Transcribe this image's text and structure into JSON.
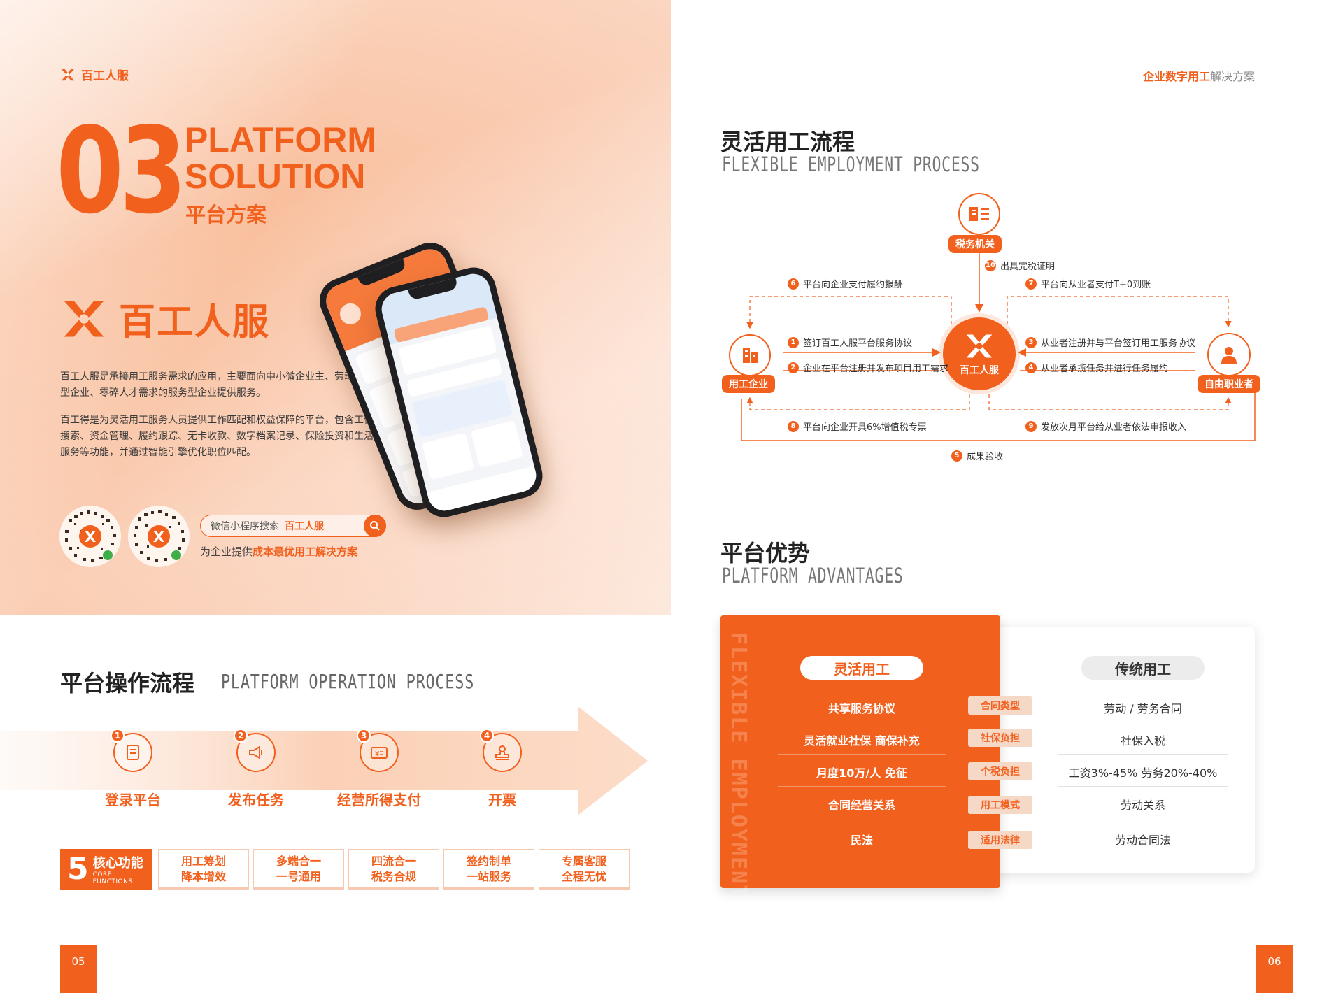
{
  "left": {
    "brand_name": "百工人服",
    "section_number": "03",
    "title_en_line1": "PLATFORM",
    "title_en_line2": "SOLUTION",
    "title_cn": "平台方案",
    "brand_large": "百工人服",
    "desc1": "百工人服是承接用工服务需求的应用，主要面向中小微企业主、劳动密集型企业、零碎人才需求的服务型企业提供服务。",
    "desc2": "百工得是为灵活用工服务人员提供工作匹配和权益保障的平台，包含工作搜索、资金管理、履约跟踪、无卡收款、数字档案记录、保险投资和生活服务等功能，并通过智能引擎优化职位匹配。",
    "search_prefix": "微信小程序搜索",
    "search_keyword": "百工人服",
    "tagline_prefix": "为企业提供",
    "tagline_highlight": "成本最优用工解决方案",
    "operation_title": "平台操作流程",
    "operation_title_en": "PLATFORM OPERATION PROCESS",
    "steps": [
      {
        "num": "1",
        "label": "登录平台"
      },
      {
        "num": "2",
        "label": "发布任务"
      },
      {
        "num": "3",
        "label": "经营所得支付"
      },
      {
        "num": "4",
        "label": "开票"
      }
    ],
    "core_number": "5",
    "core_cn": "核心功能",
    "core_en": "CORE FUNCTIONS",
    "functions": [
      {
        "line1": "用工筹划",
        "line2": "降本增效"
      },
      {
        "line1": "多端合一",
        "line2": "一号通用"
      },
      {
        "line1": "四流合一",
        "line2": "税务合规"
      },
      {
        "line1": "签约制单",
        "line2": "一站服务"
      },
      {
        "line1": "专属客服",
        "line2": "全程无忧"
      }
    ],
    "page_number": "05"
  },
  "right": {
    "header_highlight": "企业数字用工",
    "header_rest": "解决方案",
    "flow_title": "灵活用工流程",
    "flow_title_en": "FLEXIBLE EMPLOYMENT PROCESS",
    "nodes": {
      "tax": "税务机关",
      "enterprise": "用工企业",
      "center": "百工人服",
      "freelancer": "自由职业者"
    },
    "flow_steps": {
      "s1": {
        "num": "1",
        "text": "签订百工人服平台服务协议"
      },
      "s2": {
        "num": "2",
        "text": "企业在平台注册并发布项目用工需求"
      },
      "s3": {
        "num": "3",
        "text": "从业者注册并与平台签订用工服务协议"
      },
      "s4": {
        "num": "4",
        "text": "从业者承揽任务并进行任务履约"
      },
      "s5": {
        "num": "5",
        "text": "成果验收"
      },
      "s6": {
        "num": "6",
        "text": "平台向企业支付履约报酬"
      },
      "s7": {
        "num": "7",
        "text": "平台向从业者支付T+0到账"
      },
      "s8": {
        "num": "8",
        "text": "平台向企业开具6%增值税专票"
      },
      "s9": {
        "num": "9",
        "text": "发放次月平台给从业者依法申报收入"
      },
      "s10": {
        "num": "10",
        "text": "出具完税证明"
      }
    },
    "adv_title": "平台优势",
    "adv_title_en": "PLATFORM ADVANTAGES",
    "adv_vertical_en": "FLEXIBLE EMPLOYMENT",
    "flex_label": "灵活用工",
    "trad_label": "传统用工",
    "rows": [
      {
        "category": "合同类型",
        "flexible": "共享服务协议",
        "traditional": "劳动 / 劳务合同"
      },
      {
        "category": "社保负担",
        "flexible": "灵活就业社保  商保补充",
        "traditional": "社保入税"
      },
      {
        "category": "个税负担",
        "flexible": "月度10万/人  免征",
        "traditional": "工资3%-45%  劳务20%-40%"
      },
      {
        "category": "用工模式",
        "flexible": "合同经营关系",
        "traditional": "劳动关系"
      },
      {
        "category": "适用法律",
        "flexible": "民法",
        "traditional": "劳动合同法"
      }
    ],
    "page_number": "06"
  },
  "colors": {
    "accent": "#f2601d",
    "accent_light": "#f6d8c6",
    "hero_bg": "#f9c4a4"
  }
}
